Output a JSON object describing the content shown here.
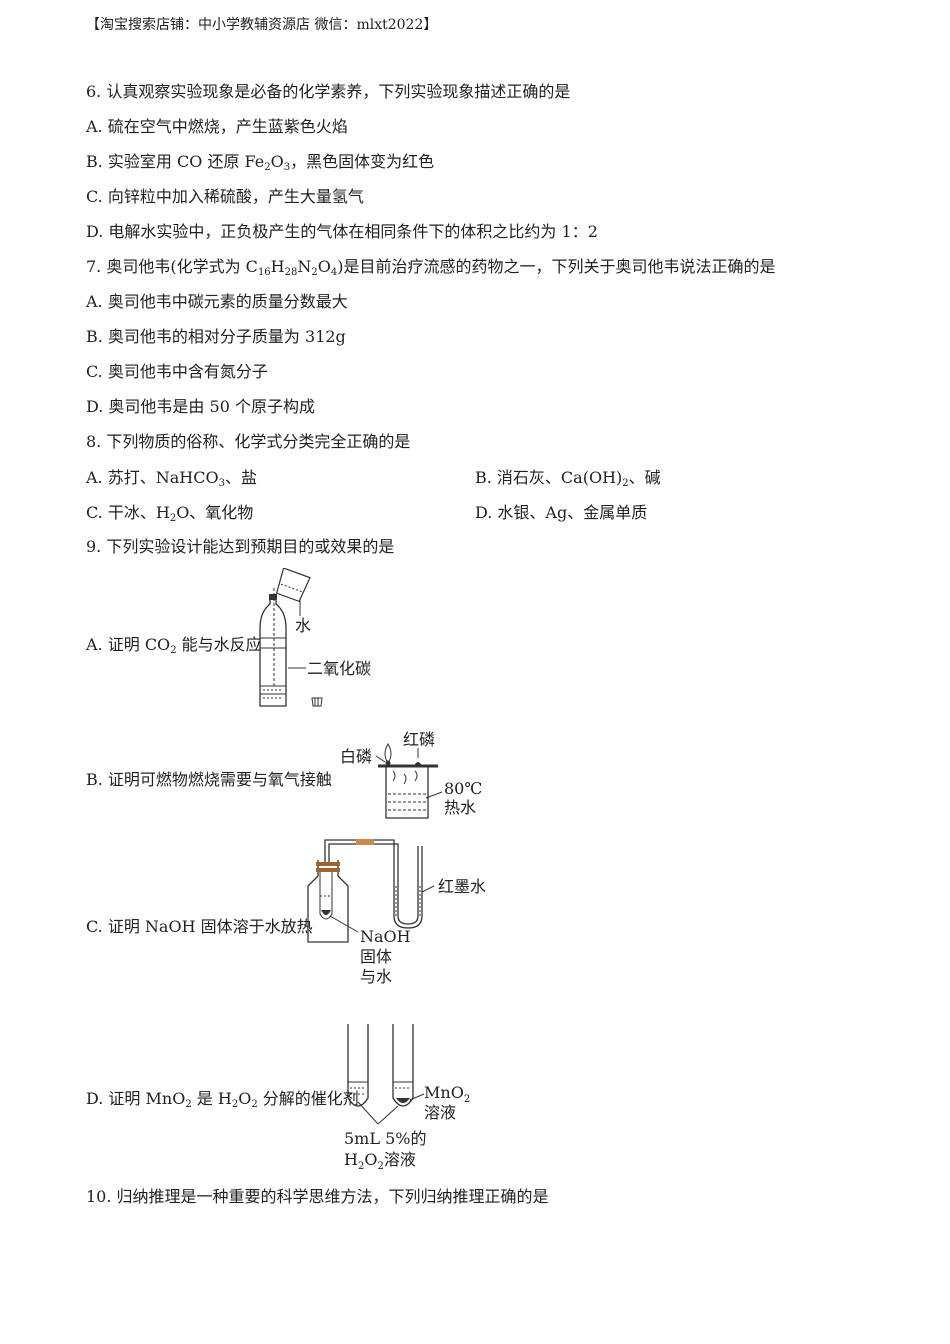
{
  "header": "【淘宝搜索店铺：中小学教辅资源店  微信：mlxt2022】",
  "q6": {
    "stem": "6. 认真观察实验现象是必备的化学素养，下列实验现象描述正确的是",
    "a": "A. 硫在空气中燃烧，产生蓝紫色火焰",
    "b_pre": "B. 实验室用 CO 还原 Fe",
    "b_sub1": "2",
    "b_mid": "O",
    "b_sub2": "3",
    "b_post": "，黑色固体变为红色",
    "c": "C. 向锌粒中加入稀硫酸，产生大量氢气",
    "d": "D. 电解水实验中，正负极产生的气体在相同条件下的体积之比约为 1：2"
  },
  "q7": {
    "stem_pre": "7. 奥司他韦(化学式为 C",
    "s1": "16",
    "t1": "H",
    "s2": "28",
    "t2": "N",
    "s3": "2",
    "t3": "O",
    "s4": "4",
    "stem_post": ")是目前治疗流感的药物之一，下列关于奥司他韦说法正确的是",
    "a": "A. 奥司他韦中碳元素的质量分数最大",
    "b": "B. 奥司他韦的相对分子质量为 312g",
    "c": "C. 奥司他韦中含有氮分子",
    "d": "D. 奥司他韦是由 50 个原子构成"
  },
  "q8": {
    "stem": "8. 下列物质的俗称、化学式分类完全正确的是",
    "a_pre": "A. 苏打、NaHCO",
    "a_sub": "3",
    "a_post": "、盐",
    "b_pre": "B. 消石灰、Ca(OH)",
    "b_sub": "2",
    "b_post": "、碱",
    "c_pre": "C. 干冰、H",
    "c_sub": "2",
    "c_post": "O、氧化物",
    "d": "D. 水银、Ag、金属单质"
  },
  "q9": {
    "stem": "9. 下列实验设计能达到预期目的或效果的是",
    "a_pre": "A. 证明 CO",
    "a_sub": "2",
    "a_post": " 能与水反应",
    "b": "B. 证明可燃物燃烧需要与氧气接触",
    "c": "C. 证明 NaOH 固体溶于水放热",
    "d_pre": "D. 证明 MnO",
    "d_sub1": "2",
    "d_mid": " 是 H",
    "d_sub2": "2",
    "d_mid2": "O",
    "d_sub3": "2",
    "d_post": " 分解的催化剂",
    "fig_a": {
      "water": "水",
      "co2": "二氧化碳"
    },
    "fig_b": {
      "white_p": "白磷",
      "red_p": "红磷",
      "temp": "80℃",
      "hot_water": "热水"
    },
    "fig_c": {
      "ink": "红墨水",
      "naoh1": "NaOH",
      "naoh2": "固体",
      "naoh3": "与水"
    },
    "fig_d": {
      "mno2": "MnO",
      "mno2_sub": "2",
      "solution": "溶液",
      "vol": "5mL 5%的",
      "h2o2_h": "H",
      "h2o2_s1": "2",
      "h2o2_o": "O",
      "h2o2_s2": "2",
      "h2o2_tail": "溶液"
    }
  },
  "q10": {
    "stem": "10. 归纳推理是一种重要的科学思维方法，下列归纳推理正确的是"
  }
}
